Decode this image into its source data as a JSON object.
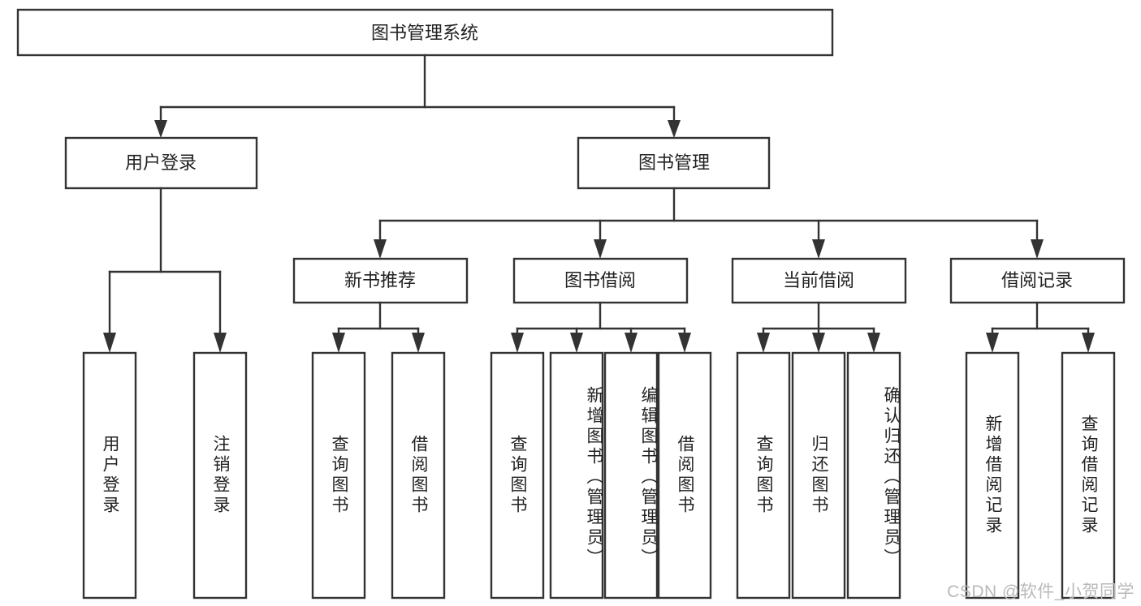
{
  "diagram": {
    "type": "hierarchy-tree",
    "title": "图书管理系统",
    "orientation": "top-down",
    "watermark": "CSDN @软件_小贺同学",
    "colors": {
      "box_stroke": "#333333",
      "box_fill": "#ffffff",
      "text": "#222222",
      "connector": "#333333",
      "watermark": "#b9b9b9",
      "background": "#ffffff"
    },
    "levels": {
      "root": {
        "label": "图书管理系统"
      },
      "level2": [
        {
          "id": "user-login",
          "label": "用户登录"
        },
        {
          "id": "book-manage",
          "label": "图书管理"
        }
      ],
      "level3": [
        {
          "id": "new-book-rec",
          "label": "新书推荐",
          "parent": "book-manage"
        },
        {
          "id": "book-borrow",
          "label": "图书借阅",
          "parent": "book-manage"
        },
        {
          "id": "current-borrow",
          "label": "当前借阅",
          "parent": "book-manage"
        },
        {
          "id": "borrow-record",
          "label": "借阅记录",
          "parent": "book-manage"
        }
      ],
      "leaves": [
        {
          "id": "leaf-user-login",
          "label": "用户登录",
          "parent": "user-login",
          "align": "center"
        },
        {
          "id": "leaf-user-logout",
          "label": "注销登录",
          "parent": "user-login",
          "align": "center"
        },
        {
          "id": "leaf-rec-query-book",
          "label": "查询图书",
          "parent": "new-book-rec",
          "align": "center"
        },
        {
          "id": "leaf-rec-borrow-book",
          "label": "借阅图书",
          "parent": "new-book-rec",
          "align": "center"
        },
        {
          "id": "leaf-borrow-query-book",
          "label": "查询图书",
          "parent": "book-borrow",
          "align": "center"
        },
        {
          "id": "leaf-borrow-add-book",
          "label": "新增图书（管理员）",
          "parent": "book-borrow",
          "align": "top"
        },
        {
          "id": "leaf-borrow-edit-book",
          "label": "编辑图书（管理员）",
          "parent": "book-borrow",
          "align": "top"
        },
        {
          "id": "leaf-borrow-borrow-book",
          "label": "借阅图书",
          "parent": "book-borrow",
          "align": "center"
        },
        {
          "id": "leaf-current-query-book",
          "label": "查询图书",
          "parent": "current-borrow",
          "align": "center"
        },
        {
          "id": "leaf-current-return-book",
          "label": "归还图书",
          "parent": "current-borrow",
          "align": "center"
        },
        {
          "id": "leaf-current-confirm-return",
          "label": "确认归还（管理员）",
          "parent": "current-borrow",
          "align": "top"
        },
        {
          "id": "leaf-record-add",
          "label": "新增借阅记录",
          "parent": "borrow-record",
          "align": "center"
        },
        {
          "id": "leaf-record-query",
          "label": "查询借阅记录",
          "parent": "borrow-record",
          "align": "center"
        }
      ]
    }
  }
}
